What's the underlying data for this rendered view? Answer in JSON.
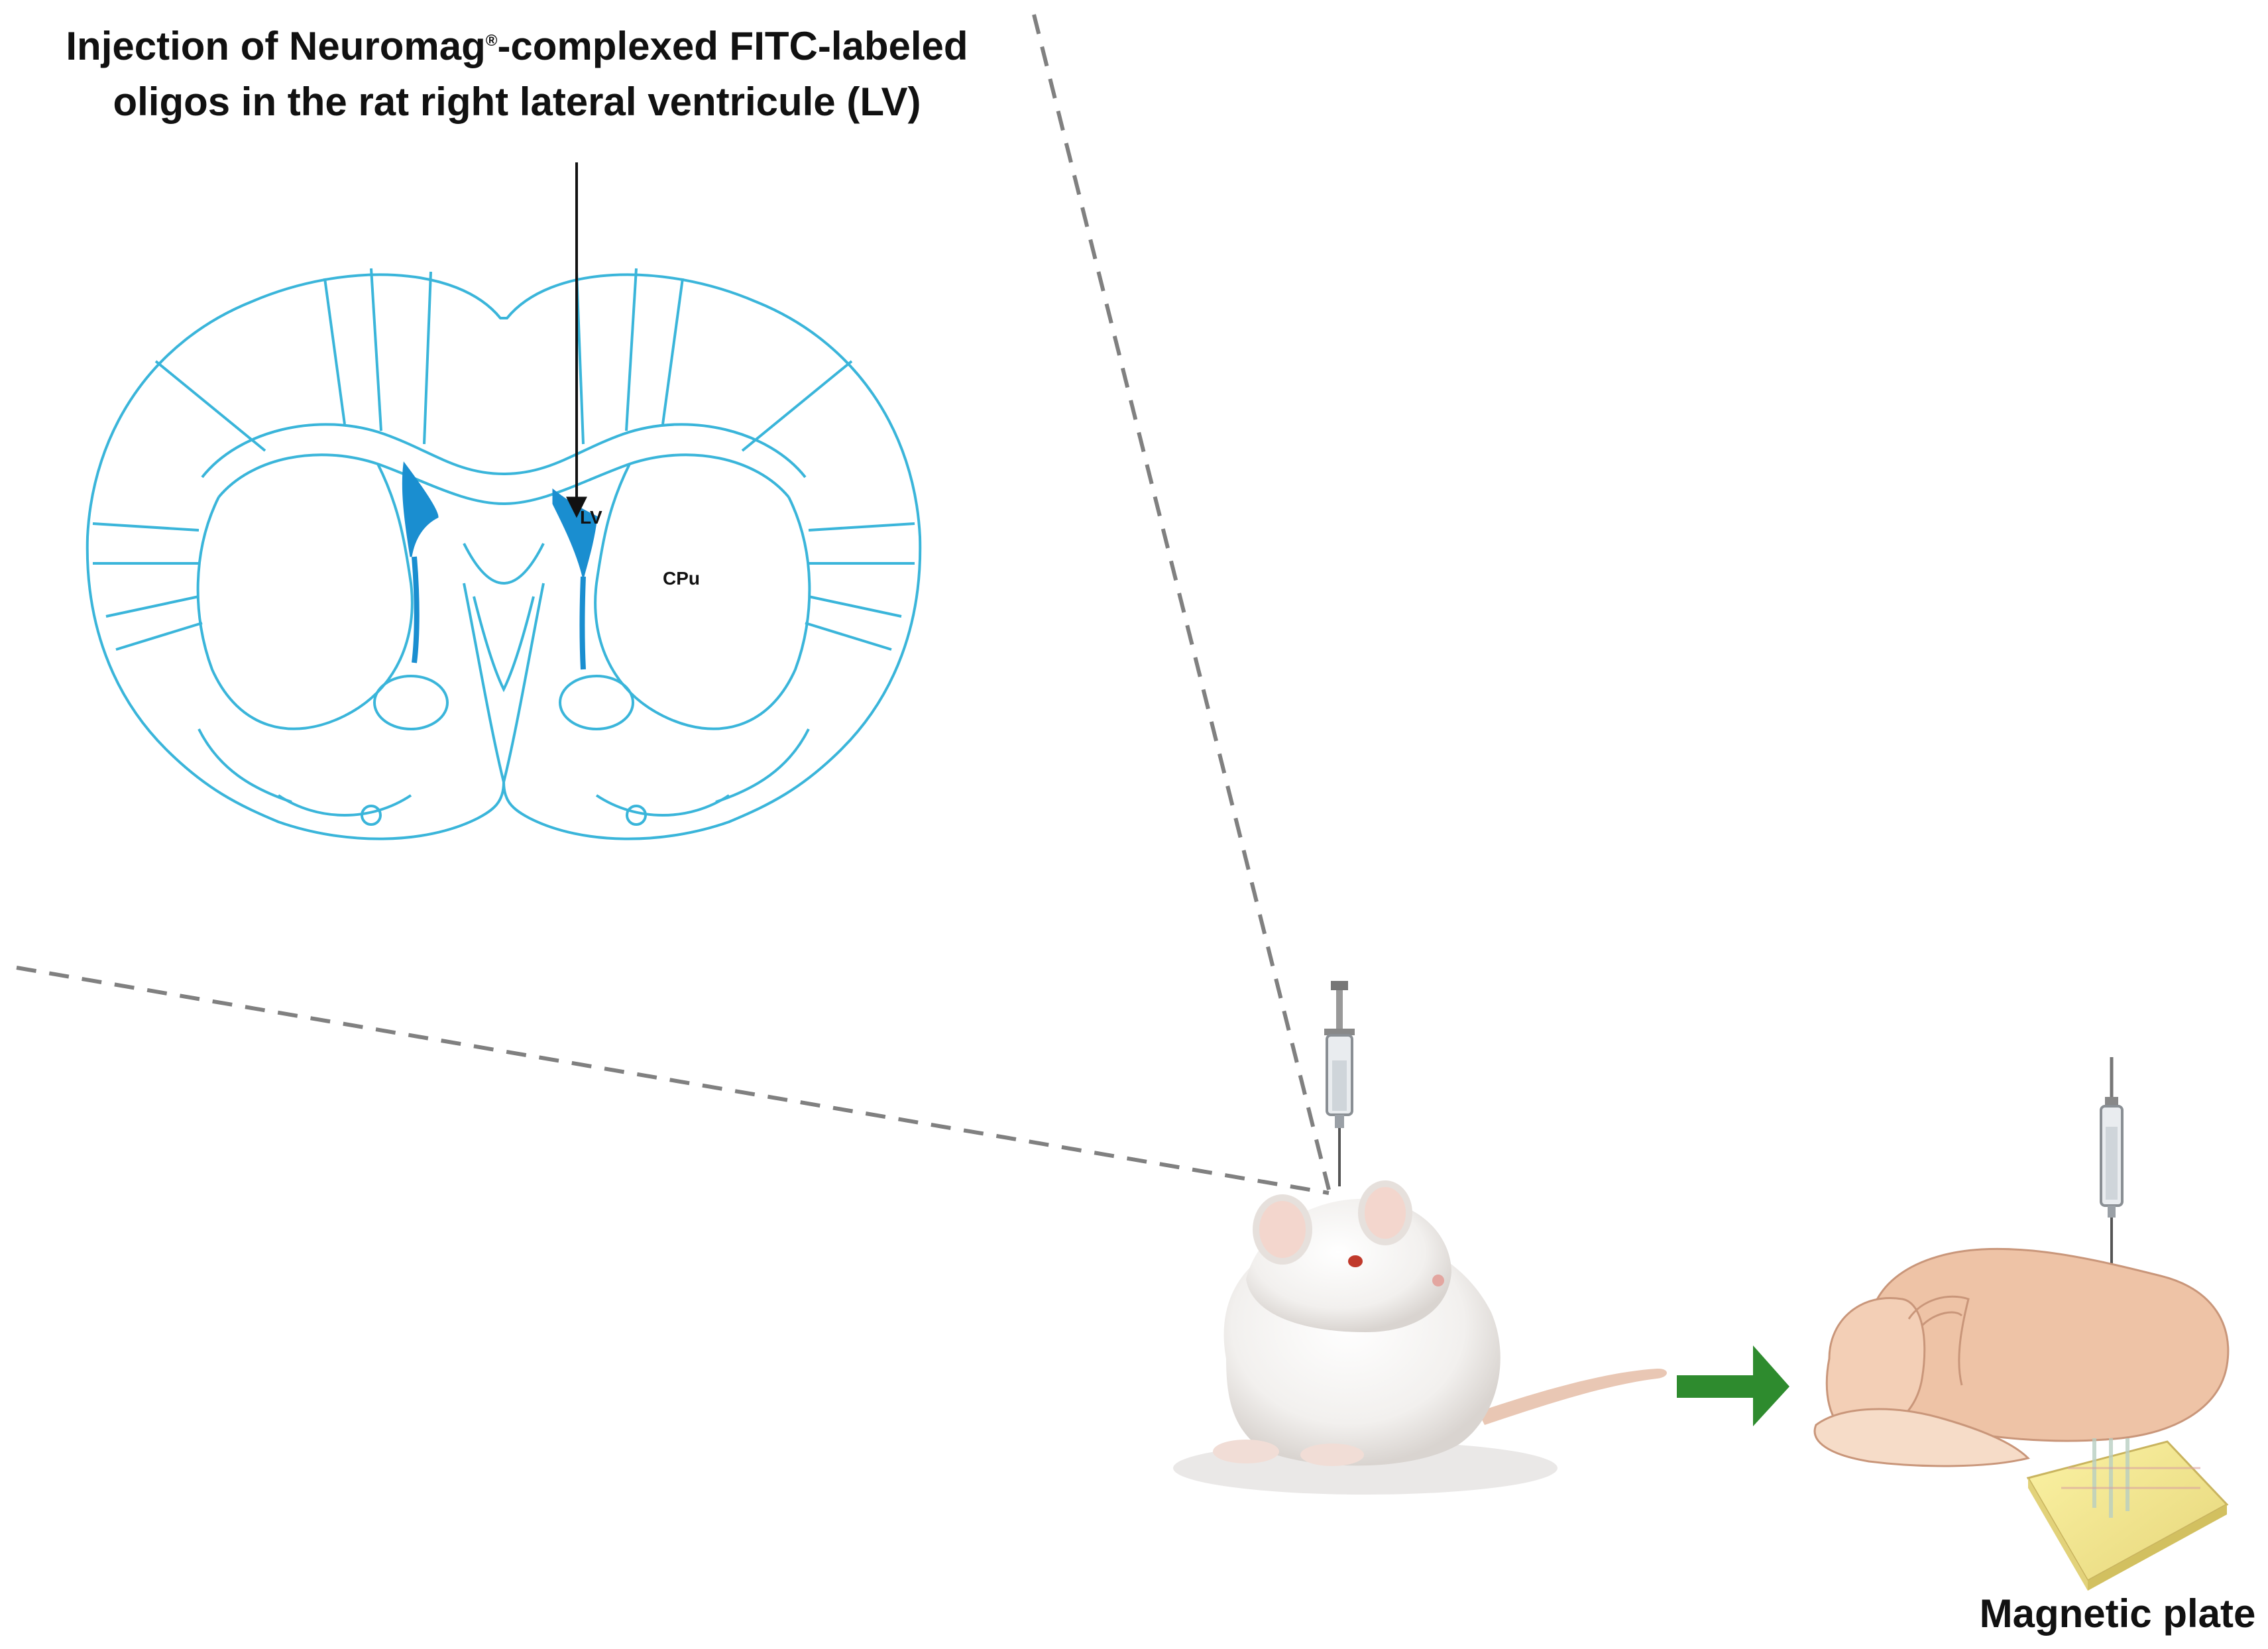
{
  "title": {
    "line1_pre": "Injection of Neuromag",
    "line1_sup": "®",
    "line1_post": "-complexed FITC-labeled",
    "line2": "oligos in the rat right lateral ventricule (LV)"
  },
  "brain_section": {
    "lv_label": "LV",
    "cpu_label": "CPu"
  },
  "plate_label": "Magnetic plate",
  "colors": {
    "atlas_line": "#3AB5DA",
    "ventricle_fill": "#1A8ED0",
    "arrow_green": "#2E8B2E",
    "brain_tissue": "#EEC3A6",
    "plate_yellow": "#F4E889",
    "dashed_line": "#808080"
  },
  "icons": [
    "syringe-icon",
    "rat-icon",
    "brain-icon",
    "right-arrow-icon",
    "magnetic-plate-icon"
  ]
}
